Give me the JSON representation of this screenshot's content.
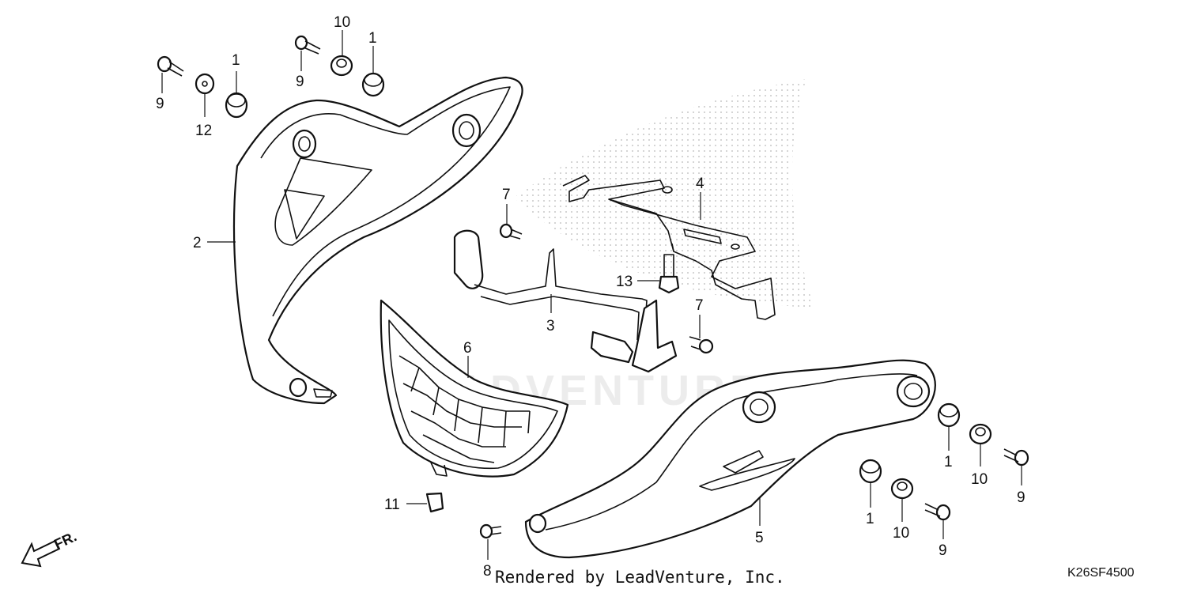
{
  "diagram": {
    "code": "K26SF4500",
    "credit": "Rendered by LeadVenture, Inc.",
    "watermark": "ADVENTURE",
    "direction_label": "FR.",
    "callouts": [
      {
        "id": "c1",
        "text": "9"
      },
      {
        "id": "c2",
        "text": "12"
      },
      {
        "id": "c3",
        "text": "1"
      },
      {
        "id": "c4",
        "text": "9"
      },
      {
        "id": "c5",
        "text": "10"
      },
      {
        "id": "c6",
        "text": "1"
      },
      {
        "id": "c7",
        "text": "2"
      },
      {
        "id": "c8",
        "text": "7"
      },
      {
        "id": "c9",
        "text": "4"
      },
      {
        "id": "c10",
        "text": "13"
      },
      {
        "id": "c11",
        "text": "7"
      },
      {
        "id": "c12",
        "text": "3"
      },
      {
        "id": "c13",
        "text": "6"
      },
      {
        "id": "c14",
        "text": "11"
      },
      {
        "id": "c15",
        "text": "8"
      },
      {
        "id": "c16",
        "text": "5"
      },
      {
        "id": "c17",
        "text": "1"
      },
      {
        "id": "c18",
        "text": "10"
      },
      {
        "id": "c19",
        "text": "9"
      },
      {
        "id": "c20",
        "text": "1"
      },
      {
        "id": "c21",
        "text": "10"
      },
      {
        "id": "c22",
        "text": "9"
      }
    ]
  }
}
